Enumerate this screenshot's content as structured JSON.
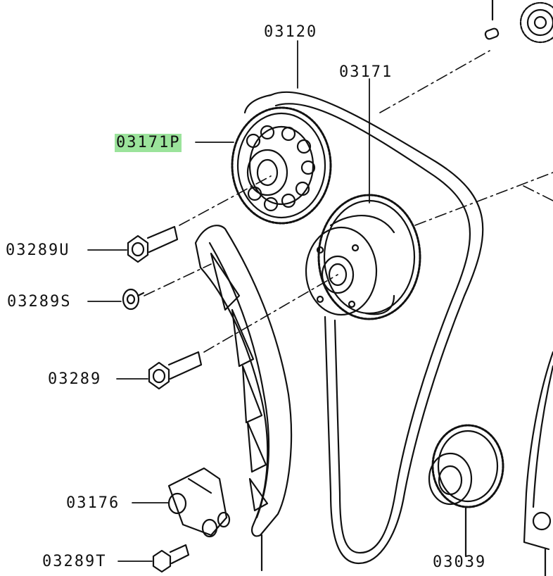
{
  "highlight_color": "#9be39b",
  "parts": {
    "tensioner_chain_guide": "03120",
    "camshaft_sprocket": "03171",
    "exhaust_sprocket": "03171P",
    "bolt_u": "03289U",
    "washer_s": "03289S",
    "bolt": "03289",
    "tensioner": "03176",
    "bolt_t": "03289T",
    "crank_sprocket": "03039"
  }
}
